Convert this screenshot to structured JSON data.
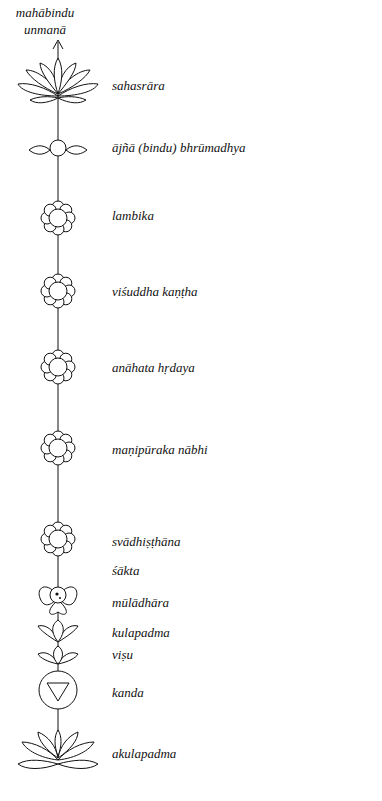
{
  "diagram": {
    "labels": [
      "mahābindu",
      "unmanā",
      "sahasrāra",
      "ājñā (bindu) bhrūmadhya",
      "lambika",
      "viśuddha kaṇṭha",
      "anāhata hṛdaya",
      "maṇipūraka nābhi",
      "svādhiṣṭhāna",
      "śākta",
      "mūlādhāra",
      "kulapadma",
      "viṣu",
      "kanda",
      "akulapadma"
    ]
  }
}
